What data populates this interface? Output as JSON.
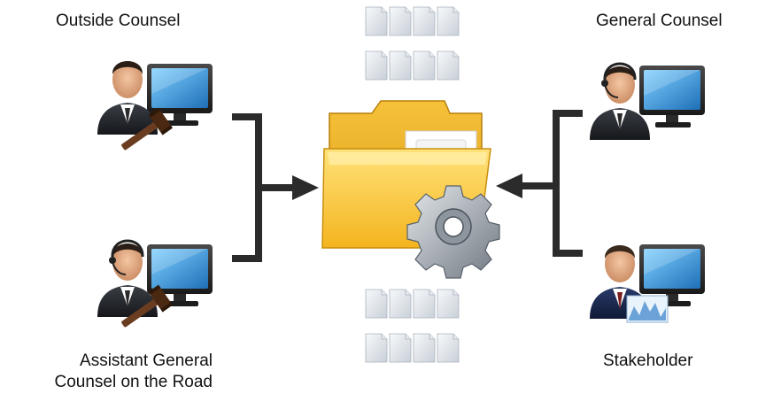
{
  "diagram": {
    "nodes": {
      "outside_counsel": {
        "label": "Outside Counsel",
        "icon": "lawyer-computer-gavel-icon"
      },
      "general_counsel": {
        "label": "General Counsel",
        "icon": "user-headset-computer-icon"
      },
      "assistant_general_counsel": {
        "label": "Assistant General\nCounsel on the Road",
        "icon": "user-headset-computer-gavel-icon"
      },
      "stakeholder": {
        "label": "Stakeholder",
        "icon": "user-computer-chart-icon"
      }
    },
    "center": {
      "icon": "folder-gear-icon"
    },
    "documents_icon": "document-stack-icon",
    "colors": {
      "bracket": "#2b2b2b",
      "folder": "#f7c431",
      "monitor_screen": "#3aa0e0",
      "gear": "#9ea6ae"
    }
  }
}
